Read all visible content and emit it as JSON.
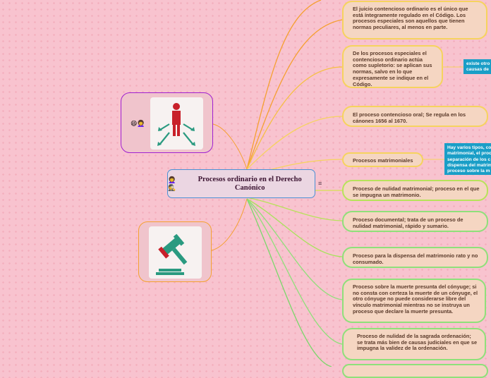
{
  "root": {
    "emojis": "👩‍🦱🕵",
    "title": "Procesos  ordinario en el Derecho Canónico",
    "menu_icon": "≡"
  },
  "image_cards": [
    {
      "name": "people-network-icon",
      "emojis": "😄👩‍🦱"
    },
    {
      "name": "gavel-icon"
    }
  ],
  "branches": [
    {
      "text": "El juicio contencioso ordinario es el único que está íntegramente regulado en el Código. Los procesos especiales son aquellos que tienen normas peculiares, al menos en parte."
    },
    {
      "text": "De los procesos especiales el contencioso ordinario actúa como supletorio: se aplican sus normas, salvo en lo que expresamente se indique en el Código."
    },
    {
      "text": "El proceso contencioso oral; Se regula en los cánones 1656 al 1670."
    },
    {
      "text": "Procesos matrimoniales"
    },
    {
      "text": "Proceso de nulidad matrimonial;  proceso en el que se impugna un matrimonio."
    },
    {
      "text": "Proceso documental; trata de un proceso de nulidad matrimonial, rápido y sumario."
    },
    {
      "text": "Proceso para la dispensa del matrimonio rato y no consumado."
    },
    {
      "text": "Proceso sobre la muerte presunta del cónyuge; si no consta con certeza la muerte de un cónyuge, el otro cónyuge no puede considerarse libre del vínculo matrimonial mientras no se instruya un proceso que declare la muerte presunta."
    },
    {
      "text": "Proceso de nulidad de la sagrada ordenación; se trata más bien de causas judiciales en que se impugna la validez de la ordenación."
    }
  ],
  "notes": [
    {
      "lines": [
        "existe otro",
        "causas de"
      ]
    },
    {
      "lines": [
        "Hay varios tipos, co",
        "matrimonial, el proc",
        "separación de los c",
        "dispensa del matrim",
        "proceso sobre la m"
      ]
    }
  ],
  "colors": {
    "background": "#f8c3cf",
    "node_fill": "#f5d6c2",
    "yellow_border": "#f6d35e",
    "green_border": "#8fe07a",
    "note_fill": "#1a9ec7",
    "root_border": "#4a8fd4",
    "purple_card_border": "#a020d0",
    "orange_card_border": "#f5a030"
  }
}
